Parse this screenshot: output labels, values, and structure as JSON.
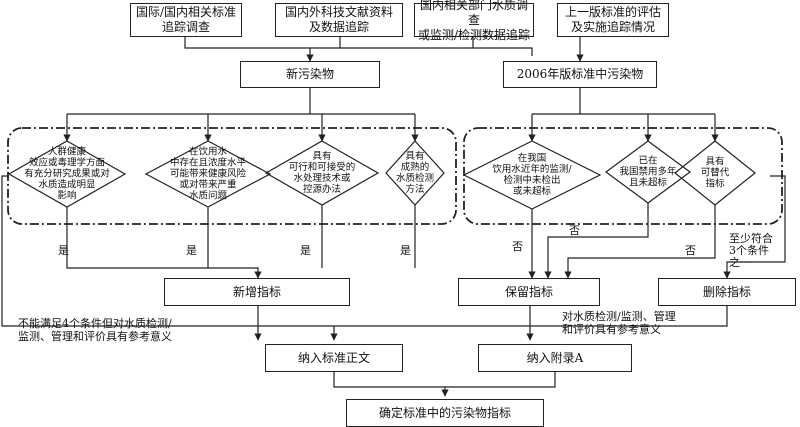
{
  "boxes": {
    "src1": "国际/国内相关标准\n追踪调查",
    "src2": "国内外科技文献资料\n及数据追踪",
    "src3": "国内相关部门水质调查\n或监测/检测数据追踪",
    "src4": "上一版标准的评估\n及实施追踪情况",
    "new_pollutants": "新污染物",
    "std_2006": "2006年版标准中污染物",
    "add": "新增指标",
    "keep": "保留指标",
    "delete": "删除指标",
    "body_text": "纳入标准正文",
    "appendix": "纳入附录A",
    "final": "确定标准中的污染物指标"
  },
  "decisions": {
    "d1": "人群健康\n效应或毒理学方面\n有充分研究成果或对\n水质造成明显\n影响",
    "d2": "在饮用水\n中存在且浓度水平\n可能带来健康风险\n或对带来严重\n水质问题",
    "d3": "具有\n可行和可接受的\n水处理技术或\n控源办法",
    "d4": "具有\n成熟的\n水质检测\n方法",
    "d5": "在我国\n饮用水近年的监测/\n检测中未检出\n或未超标",
    "d6": "已在\n我国禁用多年\n且未超标",
    "d7": "具有\n可替代\n指标"
  },
  "labels": {
    "yes1": "是",
    "yes2": "是",
    "yes3": "是",
    "yes4": "是",
    "no1": "否",
    "no2": "否",
    "no3": "否",
    "at_least3": "至少符合\n3个条件\n之一",
    "not_all4": "不能满足4个条件但对水质检测/\n监测、管理和评价具有参考意义",
    "ref_value": "对水质检测/监测、管理\n和评价具有参考意义"
  }
}
